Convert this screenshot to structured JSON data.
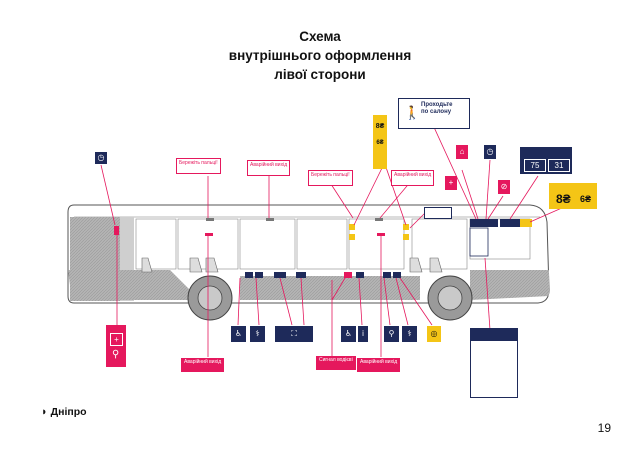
{
  "title": {
    "line1": "Схема",
    "line2": "внутрішнього оформлення",
    "line3": "лівої сторони"
  },
  "labels": {
    "beware_fingers_1": "Бережіть пальці!",
    "beware_fingers_2": "Бережіть пальці!",
    "emergency_exit_1": "Аварійний вихід",
    "emergency_exit_2": "Аварійний вихід",
    "emergency_exit_bottom_1": "Аварійний вихід",
    "emergency_exit_bottom_2": "Аварійний вихід",
    "signal_button": "Сигнал водієві",
    "pass_through_line1": "Проходьте",
    "pass_through_line2": "по салону"
  },
  "fare": {
    "price_main": "8₴",
    "price_alt": "6₴",
    "route_a": "75",
    "route_b": "31",
    "price_right_main": "8₴",
    "price_right_alt": "6₴"
  },
  "footer": {
    "logo": "Дніпро",
    "page": "19"
  },
  "colors": {
    "navy": "#1e2a5a",
    "pink": "#e5185d",
    "yellow": "#f4c516",
    "bus_gray": "#a7a7a7"
  },
  "icons": [
    "clock-icon",
    "fire-extinguisher-icon",
    "first-aid-icon",
    "passenger-seat-icon",
    "elderly-seat-icon",
    "wheelchair-icon",
    "stroller-icon",
    "no-smoking-icon",
    "camera-icon",
    "walking-person-icon"
  ]
}
